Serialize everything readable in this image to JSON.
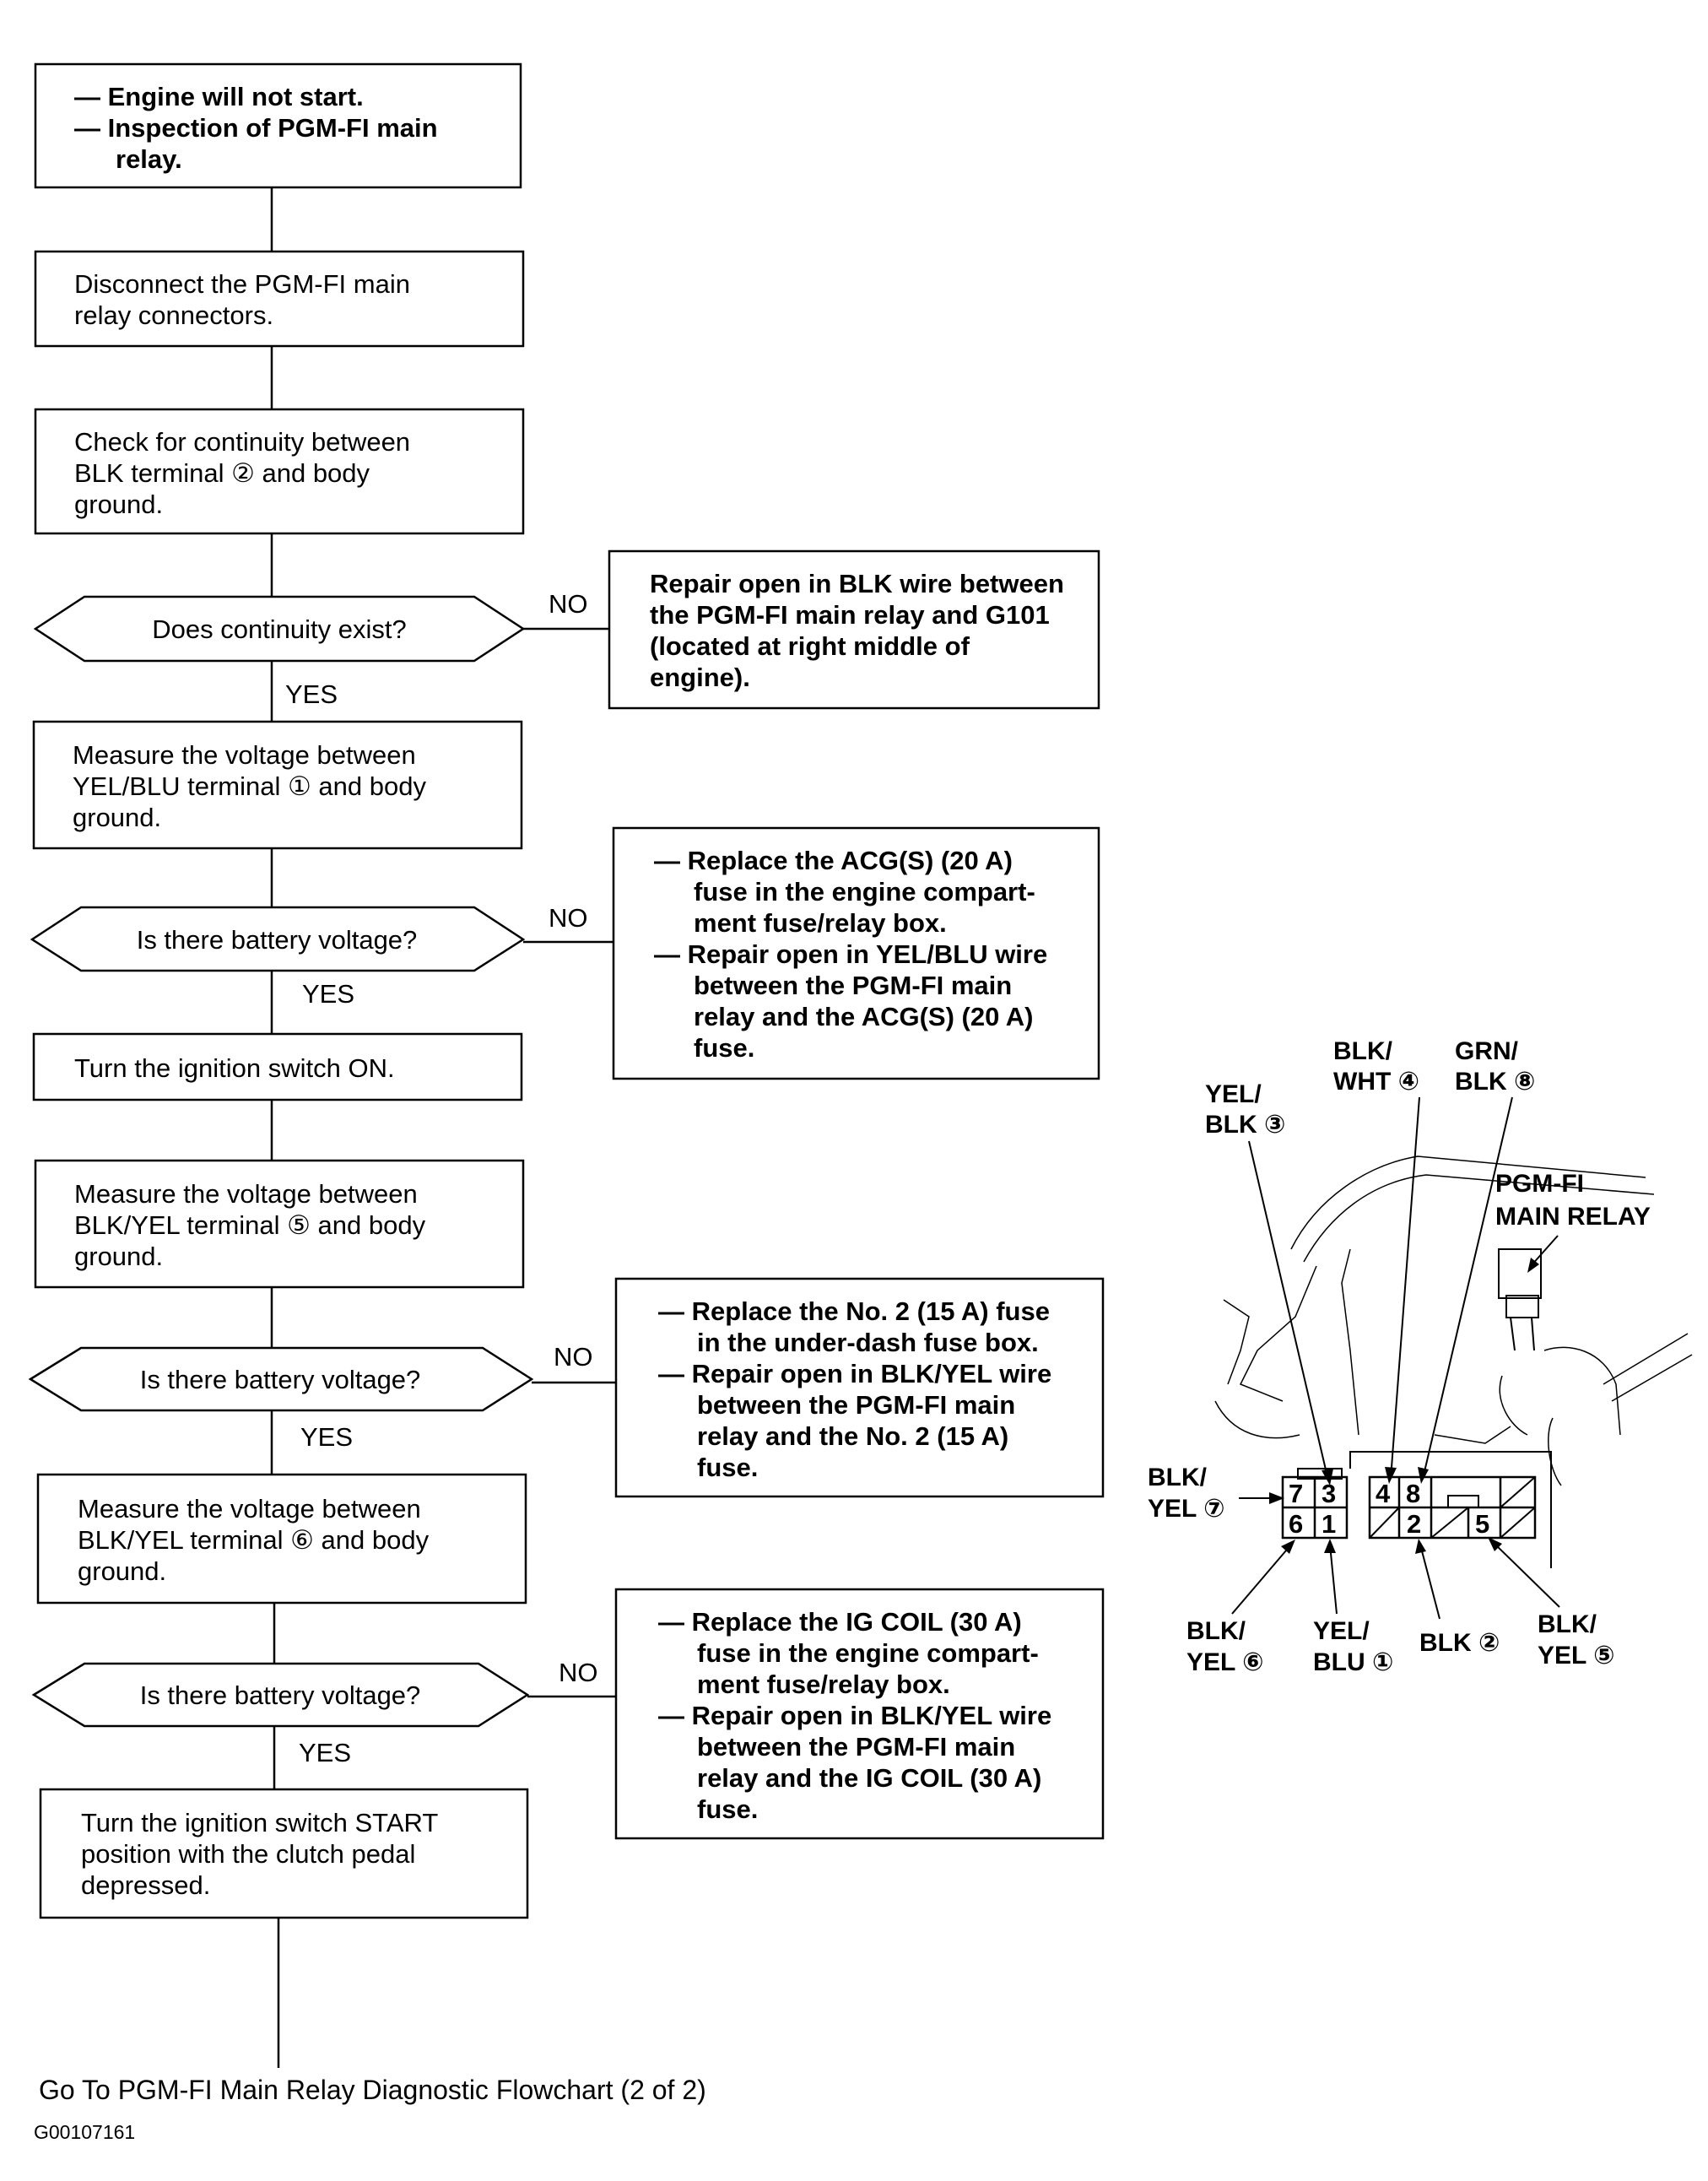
{
  "flow": {
    "start": [
      "—  Engine will not start.",
      "—  Inspection of PGM-FI main",
      "relay."
    ],
    "step1": [
      "Disconnect the PGM-FI main",
      "relay connectors."
    ],
    "step2": [
      "Check for continuity between",
      "BLK terminal ② and body",
      "ground."
    ],
    "q1": "Does continuity exist?",
    "q1_no_label": "NO",
    "q1_yes_label": "YES",
    "q1_no_box": [
      "Repair open in BLK wire between",
      "the PGM-FI main relay and G101",
      "(located at right middle of",
      "engine)."
    ],
    "step3": [
      "Measure the voltage between",
      "YEL/BLU terminal ① and body",
      "ground."
    ],
    "q2": "Is there battery voltage?",
    "q2_no_label": "NO",
    "q2_yes_label": "YES",
    "q2_no_box": [
      "—  Replace the ACG(S) (20 A)",
      "fuse in the engine compart-",
      "ment fuse/relay box.",
      "—  Repair open in YEL/BLU wire",
      "between the PGM-FI main",
      "relay and the ACG(S) (20 A)",
      "fuse."
    ],
    "step4": "Turn the ignition switch ON.",
    "step5": [
      "Measure the voltage between",
      "BLK/YEL terminal ⑤ and body",
      "ground."
    ],
    "q3": "Is there battery voltage?",
    "q3_no_label": "NO",
    "q3_yes_label": "YES",
    "q3_no_box": [
      "—  Replace the No. 2 (15 A) fuse",
      "in the under-dash fuse box.",
      "—  Repair open in BLK/YEL wire",
      "between the PGM-FI main",
      "relay and the No. 2 (15 A)",
      "fuse."
    ],
    "step6": [
      "Measure the voltage between",
      "BLK/YEL terminal ⑥ and body",
      "ground."
    ],
    "q4": "Is there battery voltage?",
    "q4_no_label": "NO",
    "q4_yes_label": "YES",
    "q4_no_box": [
      "—  Replace the IG COIL (30 A)",
      "fuse in the engine compart-",
      "ment fuse/relay box.",
      "—  Repair open in BLK/YEL wire",
      "between the PGM-FI main",
      "relay and the IG COIL (30 A)",
      "fuse."
    ],
    "step7": [
      "Turn the ignition switch START",
      "position with the clutch pedal",
      "depressed."
    ]
  },
  "connector": {
    "relay_label": [
      "PGM-FI",
      "MAIN RELAY"
    ],
    "wire_labels": {
      "blk_wht_4": [
        "BLK/",
        "WHT ④"
      ],
      "grn_blk_8": [
        "GRN/",
        "BLK ⑧"
      ],
      "yel_blk_3": [
        "YEL/",
        "BLK ③"
      ],
      "blk_yel_7": [
        "BLK/",
        "YEL ⑦"
      ],
      "blk_yel_6": [
        "BLK/",
        "YEL ⑥"
      ],
      "yel_blu_1": [
        "YEL/",
        "BLU ①"
      ],
      "blk_2": "BLK ②",
      "blk_yel_5": [
        "BLK/",
        "YEL ⑤"
      ]
    },
    "pins_left": {
      "p7": "7",
      "p3": "3",
      "p6": "6",
      "p1": "1"
    },
    "pins_right": {
      "p4": "4",
      "p8": "8",
      "p2": "2",
      "p5": "5"
    }
  },
  "footer": {
    "goto": "Go To PGM-FI Main Relay Diagnostic Flowchart (2 of 2)",
    "code": "G00107161"
  }
}
